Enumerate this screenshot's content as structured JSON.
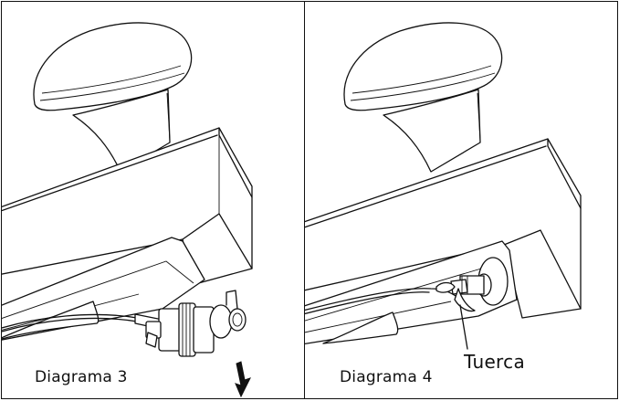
{
  "panels": [
    {
      "caption": "Diagrama 3"
    },
    {
      "caption": "Diagrama 4",
      "callout": "Tuerca"
    }
  ]
}
